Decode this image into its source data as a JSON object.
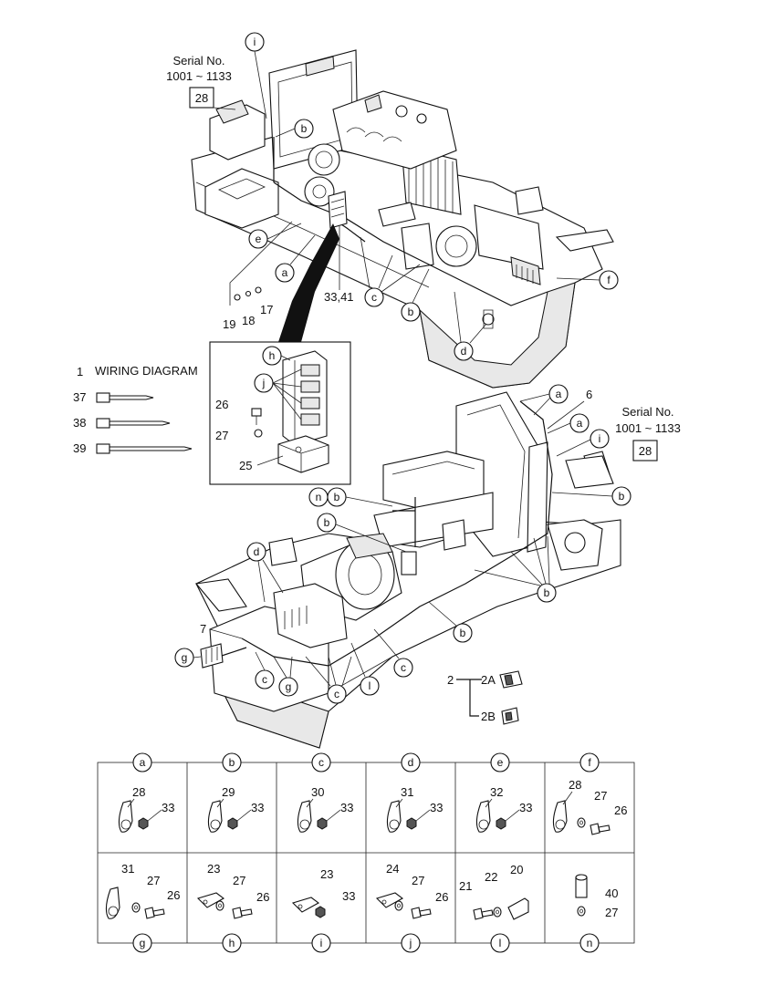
{
  "serial_top": {
    "line1": "Serial No.",
    "line2": "1001 ~ 1133",
    "box": "28"
  },
  "serial_right": {
    "line1": "Serial No.",
    "line2": "1001 ~ 1133",
    "box": "28"
  },
  "legend": {
    "num": "1",
    "title": "WIRING DIAGRAM"
  },
  "ties": [
    {
      "num": "37"
    },
    {
      "num": "38"
    },
    {
      "num": "39"
    }
  ],
  "top_callouts": {
    "i": "i",
    "b1": "b",
    "e": "e",
    "a": "a",
    "c": "c",
    "b2": "b",
    "f": "f",
    "d": "d",
    "n17": "17",
    "n18": "18",
    "n19": "19",
    "n3341": "33,41"
  },
  "inset": {
    "h": "h",
    "j": "j",
    "n26": "26",
    "n27": "27",
    "n25": "25"
  },
  "bottom_callouts": {
    "a1": "a",
    "a2": "a",
    "n6": "6",
    "i": "i",
    "b_r": "b",
    "n": "n",
    "b_n": "b",
    "b_l": "b",
    "d": "d",
    "n7": "7",
    "g": "g",
    "c1": "c",
    "g2": "g",
    "c2": "c",
    "l": "l",
    "c3": "c",
    "b_mid": "b",
    "b_bot": "b",
    "n2": "2",
    "n2A": "2A",
    "n2B": "2B"
  },
  "grid": {
    "headers_top": [
      "a",
      "b",
      "c",
      "d",
      "e",
      "f"
    ],
    "headers_bottom": [
      "g",
      "h",
      "i",
      "j",
      "l",
      "n"
    ],
    "cells_top": [
      [
        "28",
        "33"
      ],
      [
        "29",
        "33"
      ],
      [
        "30",
        "33"
      ],
      [
        "31",
        "33"
      ],
      [
        "32",
        "33"
      ],
      [
        "28",
        "27",
        "26"
      ]
    ],
    "cells_bottom": [
      [
        "31",
        "27",
        "26"
      ],
      [
        "23",
        "27",
        "26"
      ],
      [
        "23",
        "33"
      ],
      [
        "24",
        "27",
        "26"
      ],
      [
        "21",
        "22",
        "20"
      ],
      [
        "40",
        "27"
      ]
    ]
  }
}
